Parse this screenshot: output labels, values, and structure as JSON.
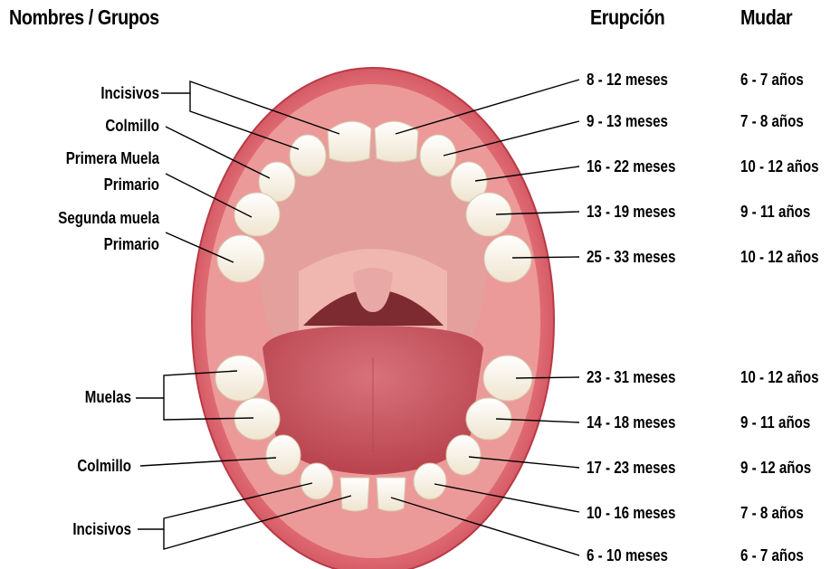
{
  "headers": {
    "names": "Nombres / Grupos",
    "eruption": "Erupción",
    "shedding": "Mudar"
  },
  "left_labels": {
    "upper_incisors": "Incisivos",
    "upper_canine": "Colmillo",
    "first_molar_line1": "Primera Muela",
    "first_molar_line2": "Primario",
    "second_molar_line1": "Segunda muela",
    "second_molar_line2": "Primario",
    "lower_molars": "Muelas",
    "lower_canine": "Colmillo",
    "lower_incisors": "Incisivos"
  },
  "upper_rows": [
    {
      "eruption": "8 - 12 meses",
      "shedding": "6 - 7 años"
    },
    {
      "eruption": "9 - 13 meses",
      "shedding": "7 - 8 años"
    },
    {
      "eruption": "16 - 22 meses",
      "shedding": "10 - 12 años"
    },
    {
      "eruption": "13 - 19 meses",
      "shedding": "9 - 11 años"
    },
    {
      "eruption": "25 - 33 meses",
      "shedding": "10 - 12 años"
    }
  ],
  "lower_rows": [
    {
      "eruption": "23 - 31 meses",
      "shedding": "10 - 12 años"
    },
    {
      "eruption": "14 - 18 meses",
      "shedding": "9 - 11 años"
    },
    {
      "eruption": "17 - 23 meses",
      "shedding": "9 - 12 años"
    },
    {
      "eruption": "10 - 16 meses",
      "shedding": "7 - 8 años"
    },
    {
      "eruption": "6 - 10 meses",
      "shedding": "6 - 7 años"
    }
  ],
  "colors": {
    "lips": "#d8545e",
    "gum": "#e88a8c",
    "palate": "#e39a98",
    "throat": "#7d2a30",
    "tongue": "#c9545f",
    "tooth": "#fbf7ee"
  }
}
